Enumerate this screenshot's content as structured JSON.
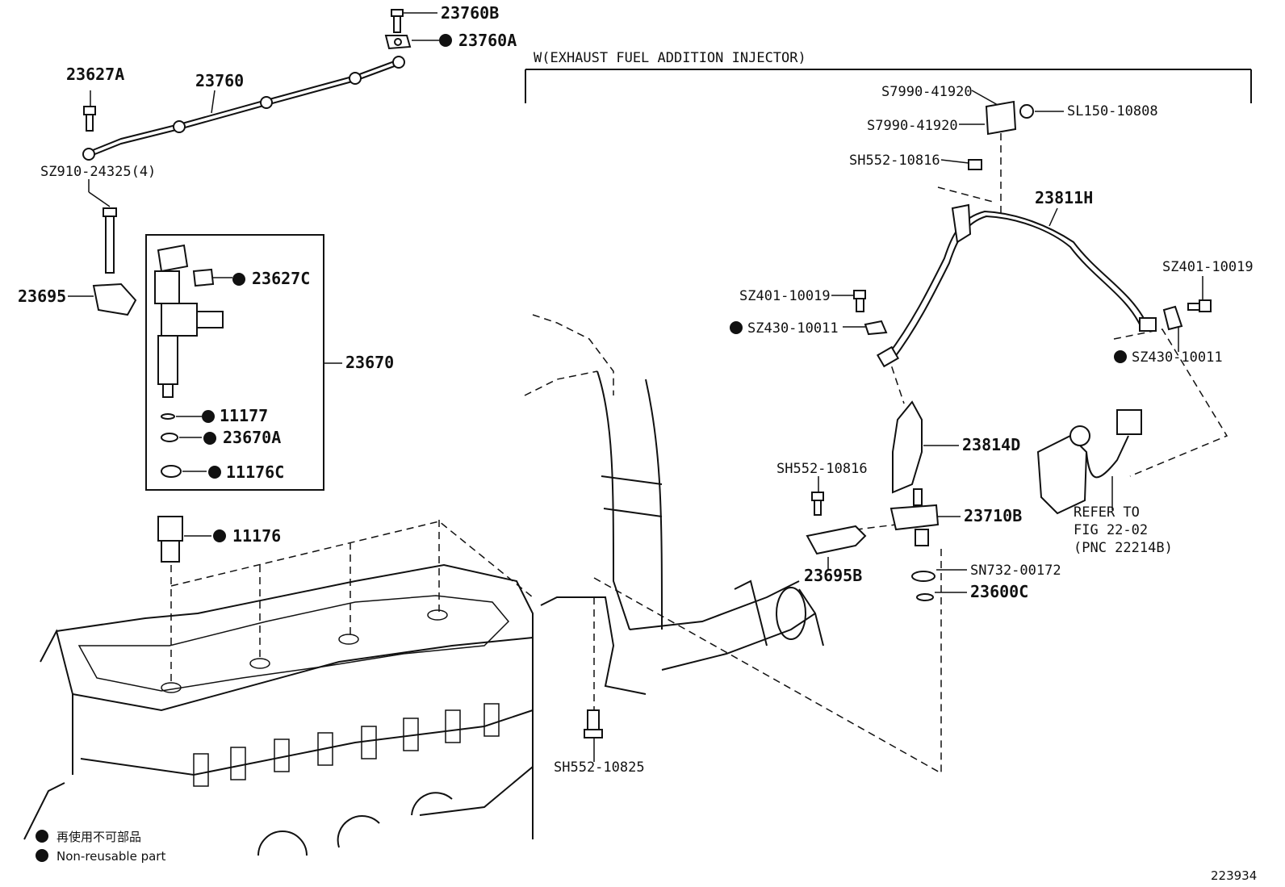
{
  "section_title": "W(EXHAUST FUEL ADDITION INJECTOR)",
  "figure_number": "223934",
  "legend": {
    "japanese": "再使用不可部品",
    "english": "Non-reusable part"
  },
  "refer": {
    "line1": "REFER TO",
    "line2": "FIG 22-02",
    "line3": "(PNC 22214B)"
  },
  "parts": {
    "p23760B": "23760B",
    "p23760A": "23760A",
    "p23627A": "23627A",
    "p23760": "23760",
    "pSZ910": "SZ910-24325(4)",
    "p23627C": "23627C",
    "p23695": "23695",
    "p23670": "23670",
    "p11177": "11177",
    "p23670A": "23670A",
    "p11176C": "11176C",
    "p11176": "11176",
    "pS7990a": "S7990-41920",
    "pS7990b": "S7990-41920",
    "pSL150": "SL150-10808",
    "pSH552a": "SH552-10816",
    "p23811H": "23811H",
    "pSZ401a": "SZ401-10019",
    "pSZ430a": "SZ430-10011",
    "pSZ401b": "SZ401-10019",
    "pSZ430b": "SZ430-10011",
    "p23814D": "23814D",
    "pSH552b": "SH552-10816",
    "p23710B": "23710B",
    "p23695B": "23695B",
    "pSN732": "SN732-00172",
    "p23600C": "23600C",
    "pSH552c": "SH552-10825"
  }
}
